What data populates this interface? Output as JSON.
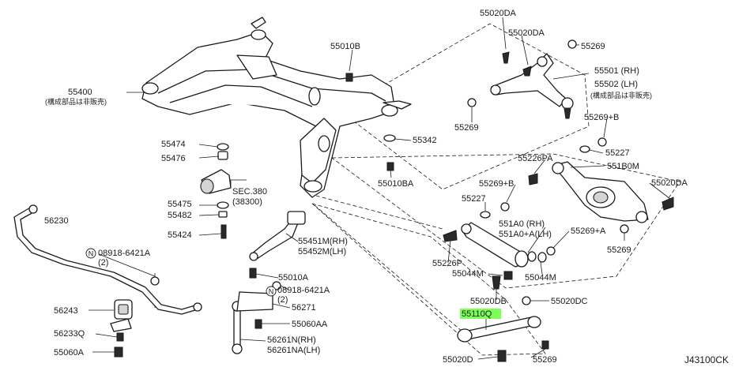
{
  "diagram_id": "J43100CK",
  "labels": {
    "l55020DA_a": "55020DA",
    "l55020DA_b": "55020DA",
    "l55269_a": "55269",
    "l55501": "55501 (RH)",
    "l55502": "55502 (LH)",
    "l_note_not_sold_a": "(構成部品は非販売)",
    "l55010B": "55010B",
    "l55400": "55400",
    "l_note_not_sold_b": "(構成部品は非販売)",
    "l55269_b": "55269",
    "l55269B_a": "55269+B",
    "l55474": "55474",
    "l55342": "55342",
    "l55227_a": "55227",
    "l55476": "55476",
    "l55226PA": "55226PA",
    "l551B0M": "551B0M",
    "l55010BA": "55010BA",
    "l55269B_b": "55269+B",
    "l55020DA_c": "55020DA",
    "lsec380": "SEC.380",
    "lsec38300": "(38300)",
    "l55227_b": "55227",
    "l55475": "55475",
    "l56230": "56230",
    "l551A0": "551A0     (RH)",
    "l551A0A": "551A0+A(LH)",
    "l55482": "55482",
    "l55269A": "55269+A",
    "l55424": "55424",
    "l55451M": "55451M(RH)",
    "l55452M": "55452M(LH)",
    "l08918_a": "08918-6421A",
    "l08918_a_qty": "(2)",
    "l55269_c": "55269",
    "l55226P": "55226P",
    "l55044M_a": "55044M",
    "l55044M_b": "55044M",
    "l55010A": "55010A",
    "l08918_b": "08918-6421A",
    "l08918_b_qty": "(2)",
    "l56271": "56271",
    "l55020DB": "55020DB",
    "l55020DC": "55020DC",
    "l56243": "56243",
    "l55110Q": "55110Q",
    "l55060AA": "55060AA",
    "l56233Q": "56233Q",
    "l56261N": "56261N(RH)",
    "l56261NA": "56261NA(LH)",
    "l55060A": "55060A",
    "l55020D": "55020D",
    "l55269_d": "55269"
  },
  "circle_marker": "N",
  "highlight_color": "#7dff5a"
}
